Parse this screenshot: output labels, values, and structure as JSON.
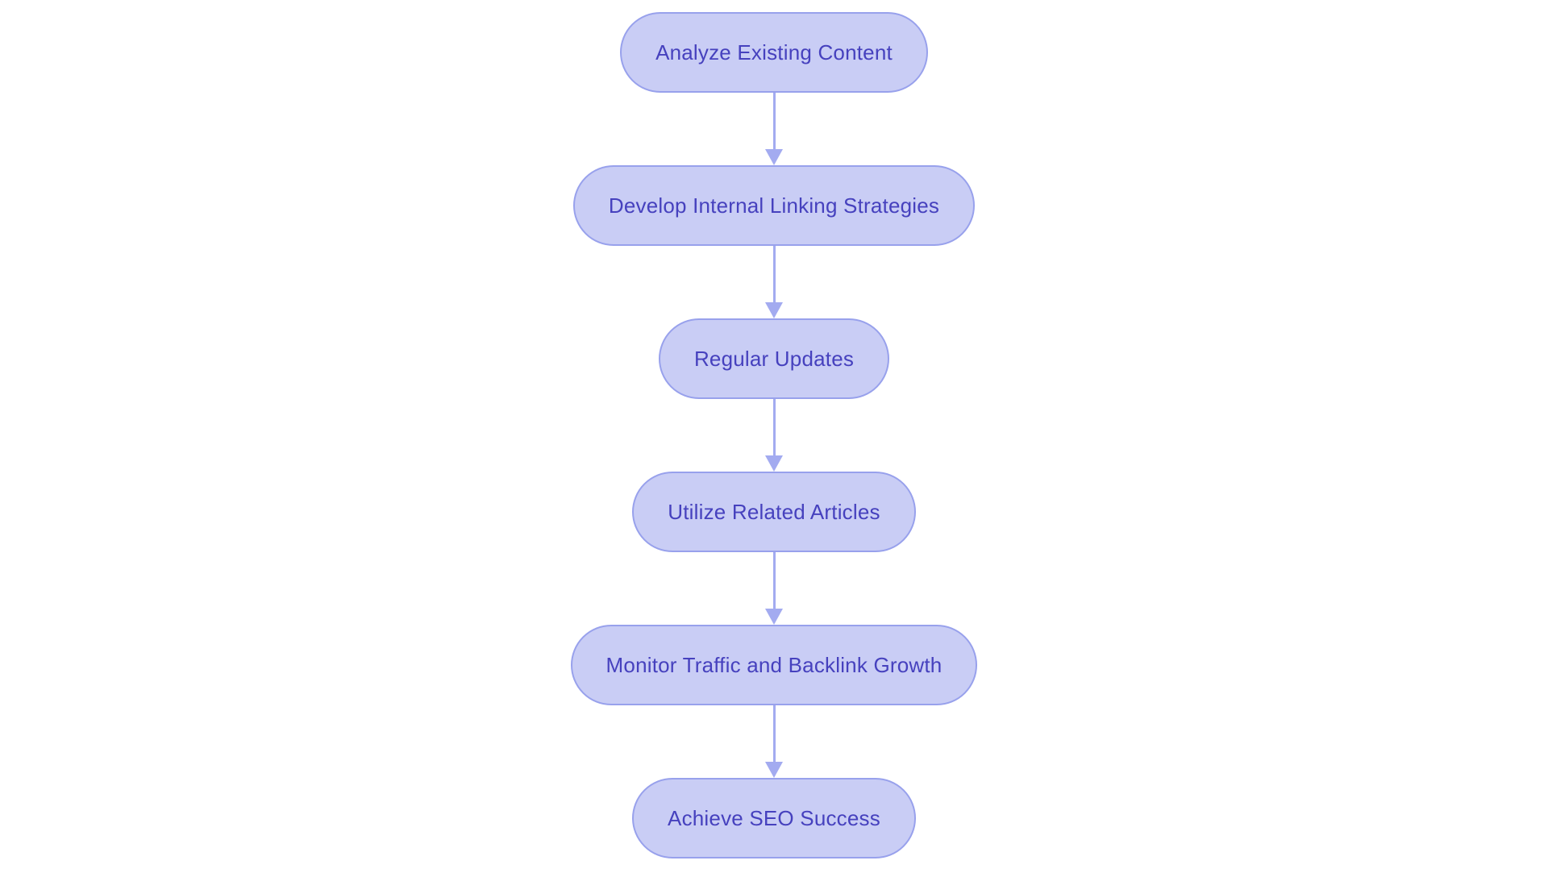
{
  "diagram": {
    "type": "flowchart",
    "direction": "top-down",
    "colors": {
      "node_fill": "#c9cdf5",
      "node_border": "#98a1ec",
      "node_text": "#4641be",
      "arrow": "#a3abf0",
      "background": "#ffffff"
    },
    "nodes": [
      {
        "id": "n1",
        "label": "Analyze Existing Content"
      },
      {
        "id": "n2",
        "label": "Develop Internal Linking Strategies"
      },
      {
        "id": "n3",
        "label": "Regular Updates"
      },
      {
        "id": "n4",
        "label": "Utilize Related Articles"
      },
      {
        "id": "n5",
        "label": "Monitor Traffic and Backlink Growth"
      },
      {
        "id": "n6",
        "label": "Achieve SEO Success"
      }
    ],
    "edges": [
      {
        "from": "n1",
        "to": "n2"
      },
      {
        "from": "n2",
        "to": "n3"
      },
      {
        "from": "n3",
        "to": "n4"
      },
      {
        "from": "n4",
        "to": "n5"
      },
      {
        "from": "n5",
        "to": "n6"
      }
    ]
  }
}
